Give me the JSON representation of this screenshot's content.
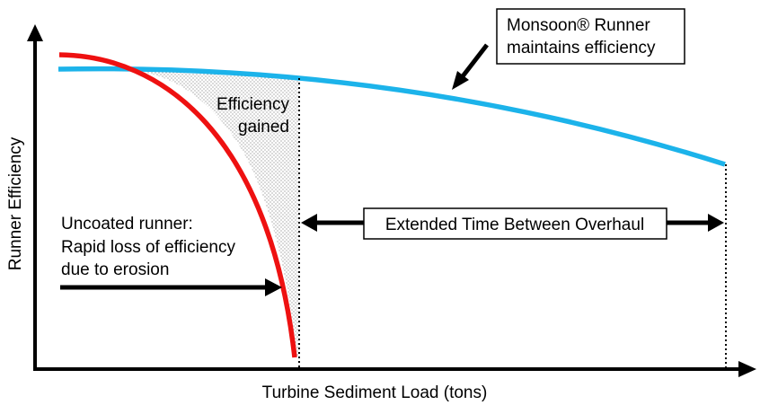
{
  "axes": {
    "x_label": "Turbine Sediment Load (tons)",
    "y_label": "Runner Efficiency"
  },
  "annotations": {
    "monsoon_box": {
      "line1": "Monsoon® Runner",
      "line2": "maintains efficiency"
    },
    "efficiency_gained": {
      "line1": "Efficiency",
      "line2": "gained"
    },
    "uncoated": {
      "line1": "Uncoated runner:",
      "line2": "Rapid loss of efficiency",
      "line3": "due to erosion"
    },
    "overhaul_box": {
      "label": "Extended Time Between Overhaul"
    }
  },
  "curves": {
    "coated": {
      "series_label": "Monsoon® Runner",
      "color": "#1cb3ea"
    },
    "uncoated": {
      "series_label": "Uncoated runner",
      "color": "#ee1111"
    }
  },
  "colors": {
    "axis": "#000000",
    "shading_dots": "#8c8c8c"
  }
}
